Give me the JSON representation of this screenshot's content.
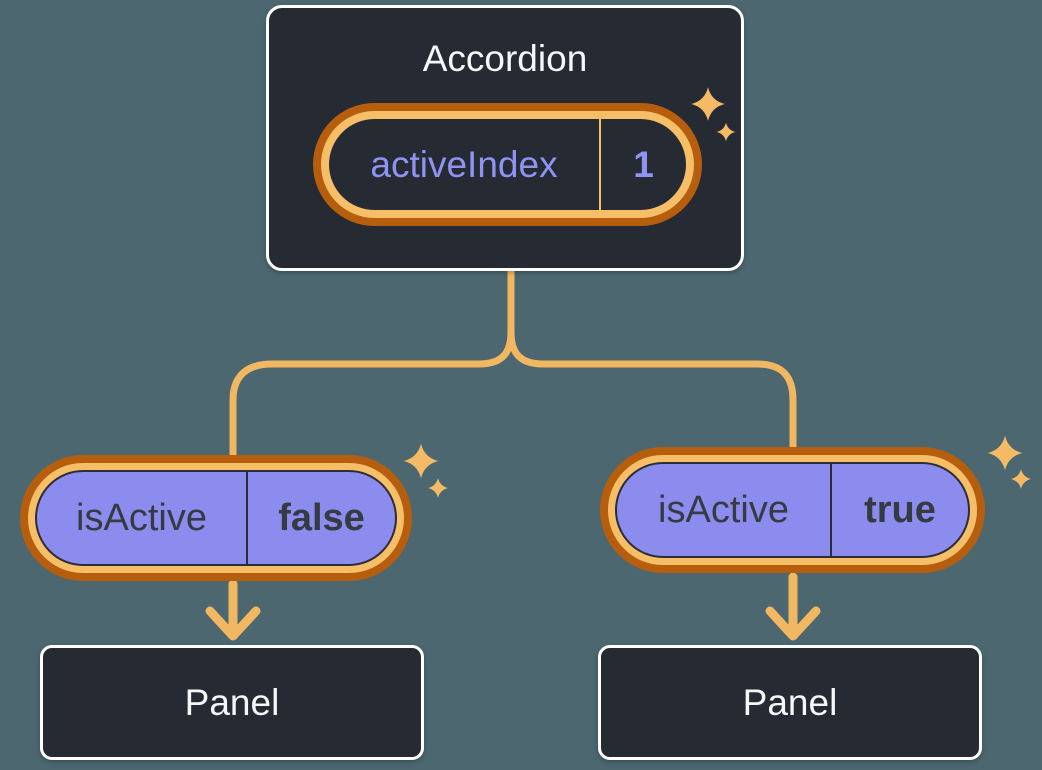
{
  "colors": {
    "background": "#4C6770",
    "boxFill": "#262B33",
    "boxBorder": "#FFFFFF",
    "ringOuter": "#B65E0E",
    "ringInner": "#F7BE68",
    "connector": "#F2B761",
    "sparkle": "#F4BA66",
    "purpleFill": "#8C8CEE",
    "purpleText": "#9193F4",
    "pillOutline": "#2A2E37",
    "darkText": "#363B43",
    "lightText": "#F6F7F9"
  },
  "accordion": {
    "title": "Accordion",
    "state_pill": {
      "name": "activeIndex",
      "value": "1"
    }
  },
  "children": [
    {
      "prop_pill": {
        "name": "isActive",
        "value": "false"
      },
      "panel": {
        "label": "Panel"
      }
    },
    {
      "prop_pill": {
        "name": "isActive",
        "value": "true"
      },
      "panel": {
        "label": "Panel"
      }
    }
  ]
}
